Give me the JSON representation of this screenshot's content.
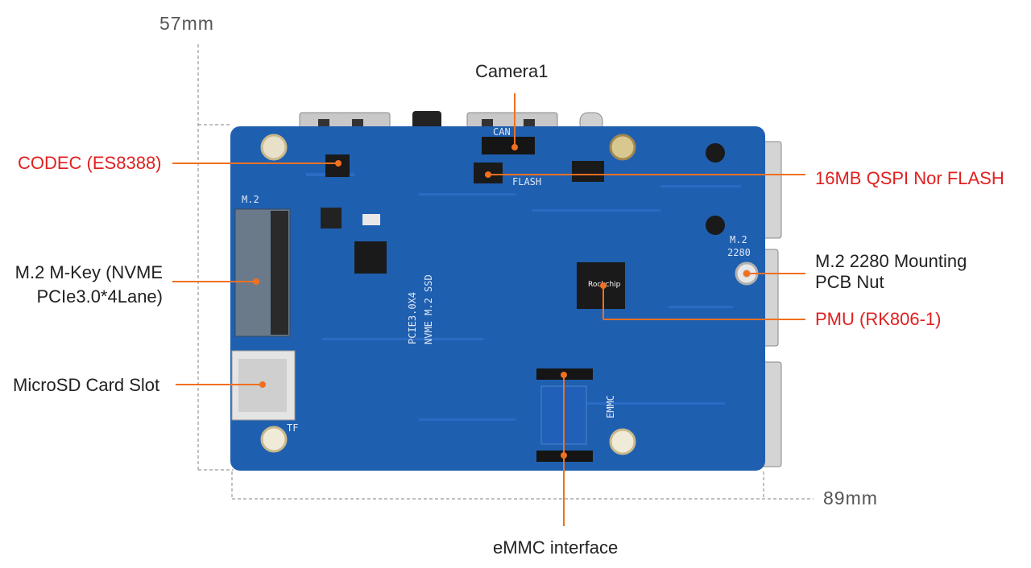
{
  "dimensions": {
    "height": "57mm",
    "width": "89mm"
  },
  "labels": {
    "camera": "Camera1",
    "codec": "CODEC (ES8388)",
    "flash": "16MB QSPI Nor FLASH",
    "m2_line1": "M.2 M-Key (NVME",
    "m2_line2": "PCIe3.0*4Lane)",
    "nut_line1": "M.2 2280 Mounting",
    "nut_line2": "PCB Nut",
    "pmu": "PMU (RK806-1)",
    "sd": "MicroSD Card Slot",
    "emmc": "eMMC interface"
  },
  "board_silkscreen": {
    "m2": "M.2",
    "m2_2280": "M.2\n2280",
    "pcie": "PCIE3.0X4",
    "nvme": "NVME M.2 SSD",
    "flash": "FLASH",
    "can": "CAN",
    "emmc": "EMMC",
    "chip": "Rockchip",
    "tf": "TF"
  },
  "colors": {
    "board": "#1f5fb0",
    "leader": "#f07020",
    "red_text": "#e02020",
    "dim_line": "#9a9a9a"
  }
}
